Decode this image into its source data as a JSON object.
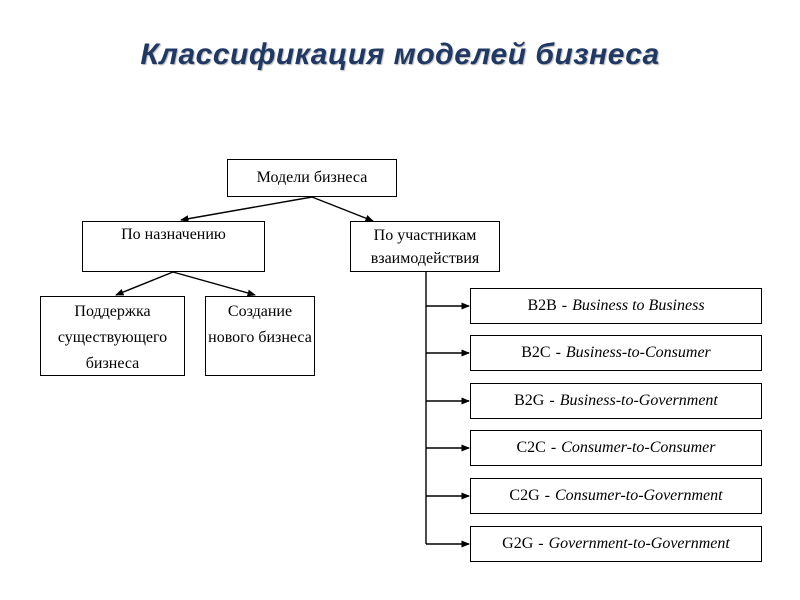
{
  "title": "Классификация моделей бизнеса",
  "colors": {
    "title_text": "#1F3864",
    "diagram_line": "#000000",
    "box_border": "#000000",
    "box_text": "#000000",
    "background": "#FFFFFF"
  },
  "tree": {
    "root": {
      "label": "Модели бизнеса"
    },
    "by_purpose": {
      "label": "По назначению",
      "children": [
        {
          "label": "Поддержка существующего бизнеса"
        },
        {
          "label": "Создание нового бизнеса"
        }
      ]
    },
    "by_participants": {
      "label": "По участникам взаимодействия",
      "items": [
        {
          "code": "B2B",
          "sep": "-",
          "name": "Business to Business"
        },
        {
          "code": "B2C",
          "sep": "-",
          "name": "Business-to-Consumer"
        },
        {
          "code": "B2G",
          "sep": "-",
          "name": "Business-to-Government"
        },
        {
          "code": "C2C",
          "sep": "-",
          "name": "Consumer-to-Consumer"
        },
        {
          "code": "C2G",
          "sep": "-",
          "name": "Consumer-to-Government"
        },
        {
          "code": "G2G",
          "sep": "-",
          "name": "Government-to-Government"
        }
      ]
    }
  }
}
